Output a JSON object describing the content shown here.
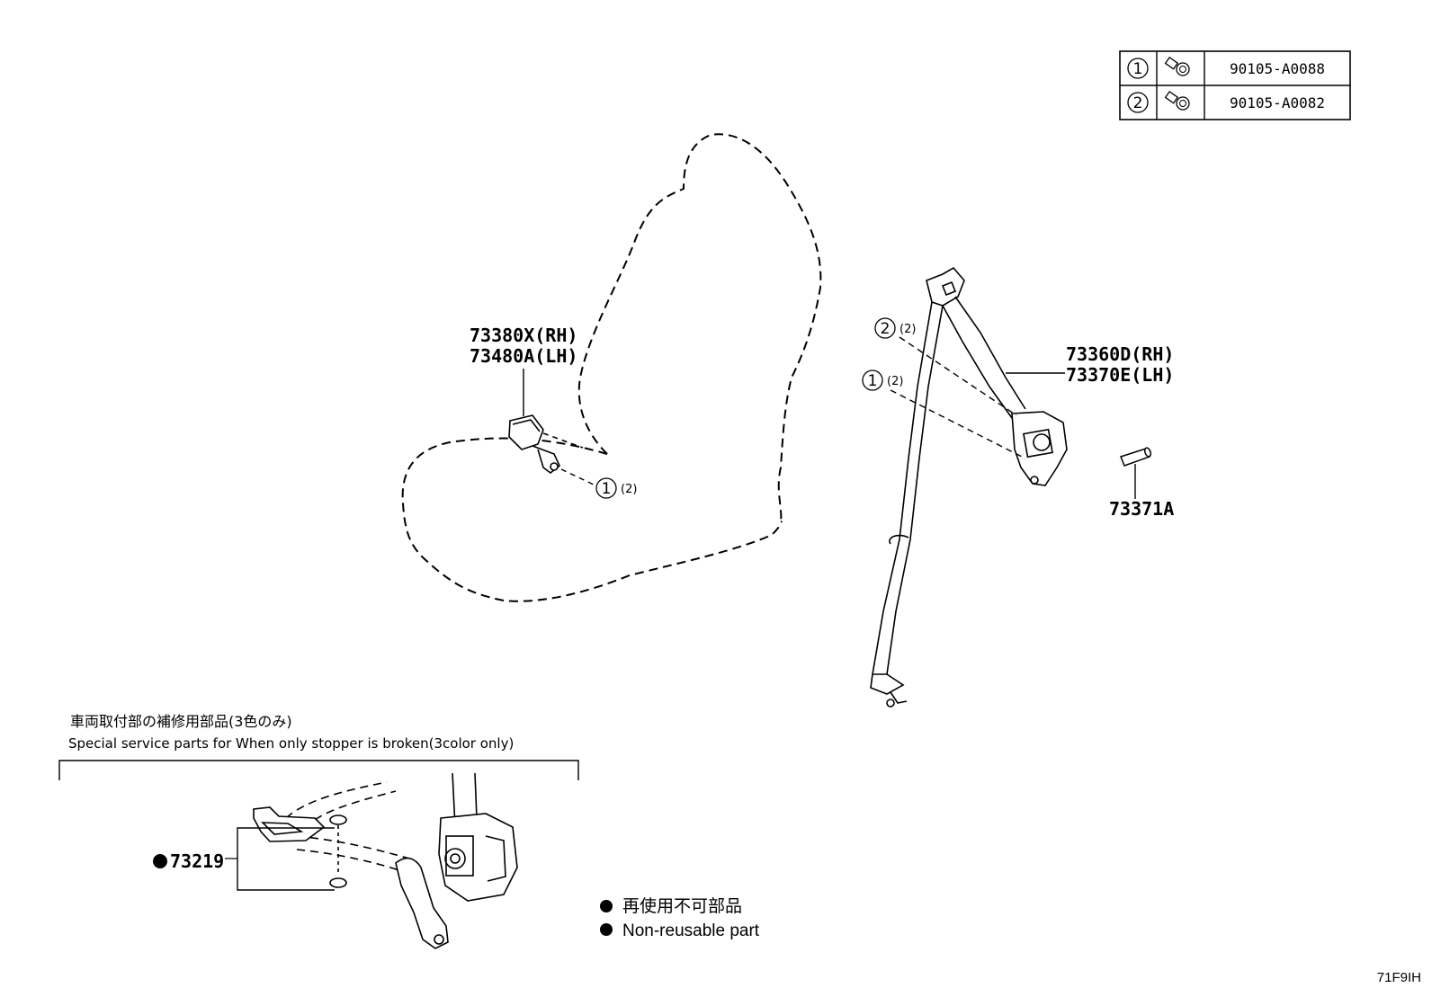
{
  "fastener_table": [
    {
      "ref": "1",
      "part_no": "90105-A0088",
      "icon": "bolt-icon"
    },
    {
      "ref": "2",
      "part_no": "90105-A0082",
      "icon": "bolt-icon"
    }
  ],
  "callouts": {
    "buckle_rh": "73380X(RH)",
    "buckle_lh": "73480A(LH)",
    "belt_rh": "73360D(RH)",
    "belt_lh": "73370E(LH)",
    "pin": "73371A",
    "service_part": "73219"
  },
  "fastener_refs": {
    "buckle_bolt": {
      "ref": "1",
      "qty": "(2)"
    },
    "belt_bolt_upper": {
      "ref": "2",
      "qty": "(2)"
    },
    "belt_bolt_lower": {
      "ref": "1",
      "qty": "(2)"
    }
  },
  "service_box": {
    "title_jp": "車両取付部の補修用部品(3色のみ)",
    "title_en": "Special service parts for When only stopper is broken(3color only)"
  },
  "legend": {
    "jp": "再使用不可部品",
    "en": "Non-reusable part"
  },
  "diagram_code": "71F9IH"
}
